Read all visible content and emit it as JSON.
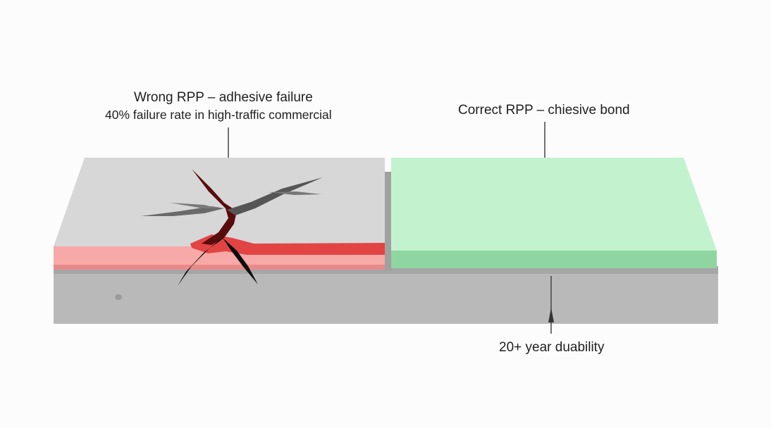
{
  "labels": {
    "wrong_title": "Wrong RPP – adhesive failure",
    "wrong_stat": "40% failure rate in high-traffic commercial",
    "correct_title": "Correct RPP – chiesive bond",
    "durability": "20+ year duability"
  },
  "colors": {
    "background": "#fcfcfc",
    "concrete": "#b8b8b8",
    "wrong_slab_top": "#d6d6d6",
    "wrong_layer": "#f5a7a5",
    "crack_red": "#e03d3d",
    "crack_dark": "#111111",
    "correct_slab_top": "#c3f2cf",
    "correct_layer": "#8fd69f"
  }
}
